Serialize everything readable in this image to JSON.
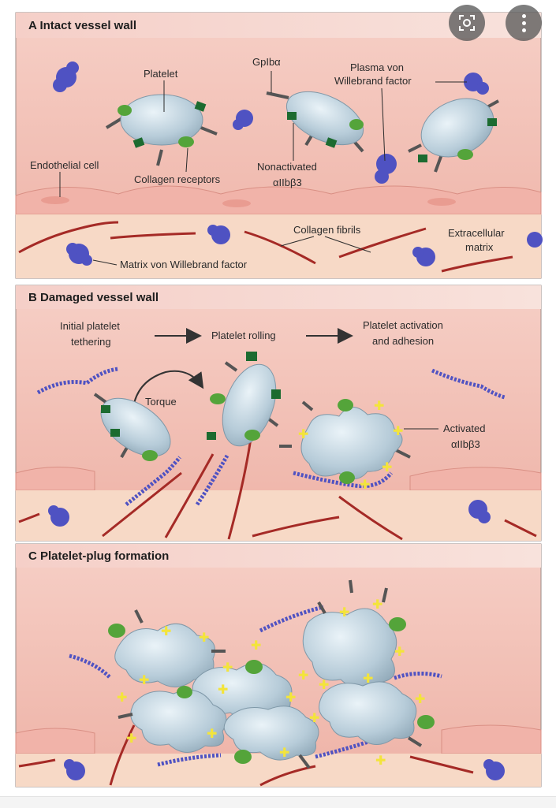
{
  "colors": {
    "plasma": "#f2c3bb",
    "plasma_dark": "#e6a295",
    "cell": "#f0b8ae",
    "matrix": "#f7d8c4",
    "platelet": "#b9cfdc",
    "platelet_edge": "#7f98a8",
    "vwf": "#4f52c2",
    "collagen": "#a52a26",
    "receptor_green": "#54a43a",
    "gp_dark": "#1c6b30",
    "spike": "#555555",
    "star": "#f3e43b"
  },
  "panel_a": {
    "title": "A  Intact vessel wall",
    "labels": {
      "platelet": "Platelet",
      "gpiba": "GpIbα",
      "plasma_vwf_1": "Plasma von",
      "plasma_vwf_2": "Willebrand factor",
      "endothelial": "Endothelial cell",
      "collagen_receptors": "Collagen receptors",
      "nonactivated_1": "Nonactivated",
      "nonactivated_2": "αIIbβ3",
      "collagen_fibrils": "Collagen fibrils",
      "extracellular_1": "Extracellular",
      "extracellular_2": "matrix",
      "matrix_vwf": "Matrix von Willebrand factor"
    }
  },
  "panel_b": {
    "title": "B  Damaged vessel wall",
    "labels": {
      "tethering_1": "Initial platelet",
      "tethering_2": "tethering",
      "rolling": "Platelet rolling",
      "activation_1": "Platelet activation",
      "activation_2": "and adhesion",
      "torque": "Torque",
      "activated_1": "Activated",
      "activated_2": "αIIbβ3"
    }
  },
  "panel_c": {
    "title": "C  Platelet-plug formation"
  },
  "toolbar": {
    "lens_icon": "lens-search-icon",
    "more_icon": "more-vertical-icon"
  }
}
